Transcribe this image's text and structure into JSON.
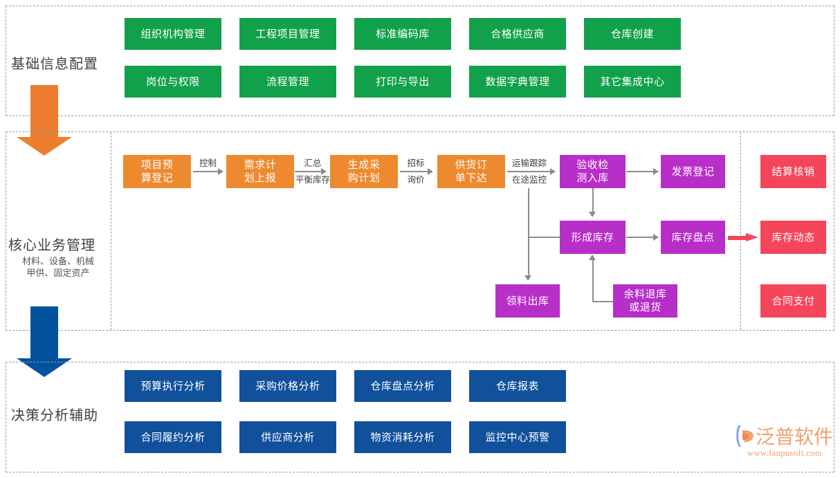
{
  "diagram": {
    "title_colors": {
      "green": "#12A14B",
      "blue": "#11519B",
      "orange": "#ED8A2F",
      "purple": "#B72EC9",
      "red": "#F4455B",
      "arrow_orange": "#ED7D31",
      "arrow_blue": "#03529E",
      "connector_grey": "#8C8C8C",
      "frame_dash": "#9A9A9A"
    },
    "sections": [
      {
        "id": "basic",
        "label": "基础信息配置",
        "sublabel": "",
        "nodes_row1": [
          "组织机构管理",
          "工程项目管理",
          "标准编码库",
          "合格供应商",
          "仓库创建"
        ],
        "nodes_row2": [
          "岗位与权限",
          "流程管理",
          "打印与导出",
          "数据字典管理",
          "其它集成中心"
        ]
      },
      {
        "id": "core",
        "label": "核心业务管理",
        "sublabel_line1": "材料、设备、机械",
        "sublabel_line2": "甲供、固定资产",
        "flow_nodes": [
          {
            "name": "project-budget-registration",
            "label": "项目预\n算登记",
            "color": "orange"
          },
          {
            "name": "demand-plan-report",
            "label": "需求计\n划上报",
            "color": "orange"
          },
          {
            "name": "generate-purchase-plan",
            "label": "生成采\n购计划",
            "color": "orange"
          },
          {
            "name": "supply-order-issue",
            "label": "供货订\n单下达",
            "color": "orange"
          },
          {
            "name": "acceptance-inspection-inbound",
            "label": "验收检\n测入库",
            "color": "purple"
          },
          {
            "name": "invoice-registration",
            "label": "发票登记",
            "color": "purple"
          },
          {
            "name": "form-inventory",
            "label": "形成库存",
            "color": "purple"
          },
          {
            "name": "inventory-count",
            "label": "库存盘点",
            "color": "purple"
          },
          {
            "name": "material-requisition-outbound",
            "label": "领料出库",
            "color": "purple"
          },
          {
            "name": "surplus-return-or-refund",
            "label": "余料退库\n或退货",
            "color": "purple"
          }
        ],
        "side_nodes": [
          {
            "name": "settlement-writeoff",
            "label": "结算核销",
            "color": "red"
          },
          {
            "name": "inventory-dynamics",
            "label": "库存动态",
            "color": "red"
          },
          {
            "name": "contract-payment",
            "label": "合同支付",
            "color": "red"
          }
        ],
        "edge_labels": [
          {
            "name": "edge-control",
            "line1": "控制",
            "line2": ""
          },
          {
            "name": "edge-summary-balance",
            "line1": "汇总",
            "line2": "平衡库存"
          },
          {
            "name": "edge-bidding-inquiry",
            "line1": "招标",
            "line2": "询价"
          },
          {
            "name": "edge-transport-tracking",
            "line1": "运输跟踪",
            "line2": "在途监控"
          }
        ]
      },
      {
        "id": "decision",
        "label": "决策分析辅助",
        "sublabel": "",
        "nodes_row1": [
          "预算执行分析",
          "采购价格分析",
          "仓库盘点分析",
          "仓库报表"
        ],
        "nodes_row2": [
          "合同履约分析",
          "供应商分析",
          "物资消耗分析",
          "监控中心预警"
        ]
      }
    ],
    "watermark": {
      "brand": "泛普软件",
      "url": "www.fanpusoft.com"
    }
  }
}
